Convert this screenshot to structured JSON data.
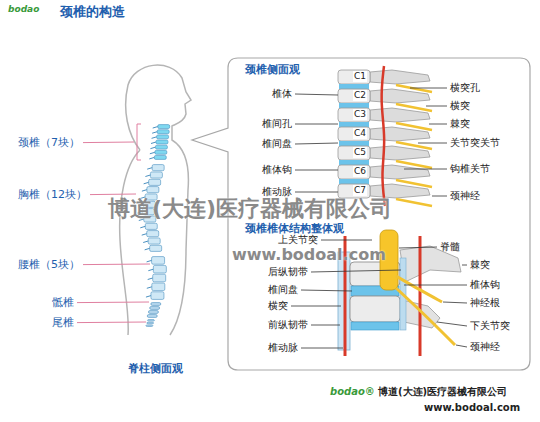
{
  "diagram": {
    "title": "颈椎的构造",
    "caption": "脊柱侧面观",
    "nodes": [
      {
        "text": [
          "颈椎侧面观",
          "颈椎椎体结构整体观"
        ]
      }
    ],
    "labels": [
      "bodao",
      "颈椎（7块）",
      "胸椎（12块）",
      "腰椎（5块）",
      "骶椎",
      "尾椎",
      "椎体",
      "椎间孔",
      "椎间盘",
      "椎体钩",
      "椎动脉",
      "C1",
      "C2",
      "C3",
      "C4",
      "C5",
      "C6",
      "C7",
      "横突孔",
      "横突",
      "棘突",
      "关节突关节",
      "钩椎关节",
      "颈神经",
      "上关节突",
      "后纵韧带",
      "椎间盘",
      "横突",
      "前纵韧带",
      "椎动脉",
      "脊髓",
      "棘突",
      "椎体钩",
      "神经根",
      "下关节突",
      "颈神经",
      "博道(大连)医疗器械有限公司",
      "www.bodoal.com",
      "bodao®",
      "博道(大连)医疗器械有限公司",
      "www.bodoal.com"
    ]
  }
}
